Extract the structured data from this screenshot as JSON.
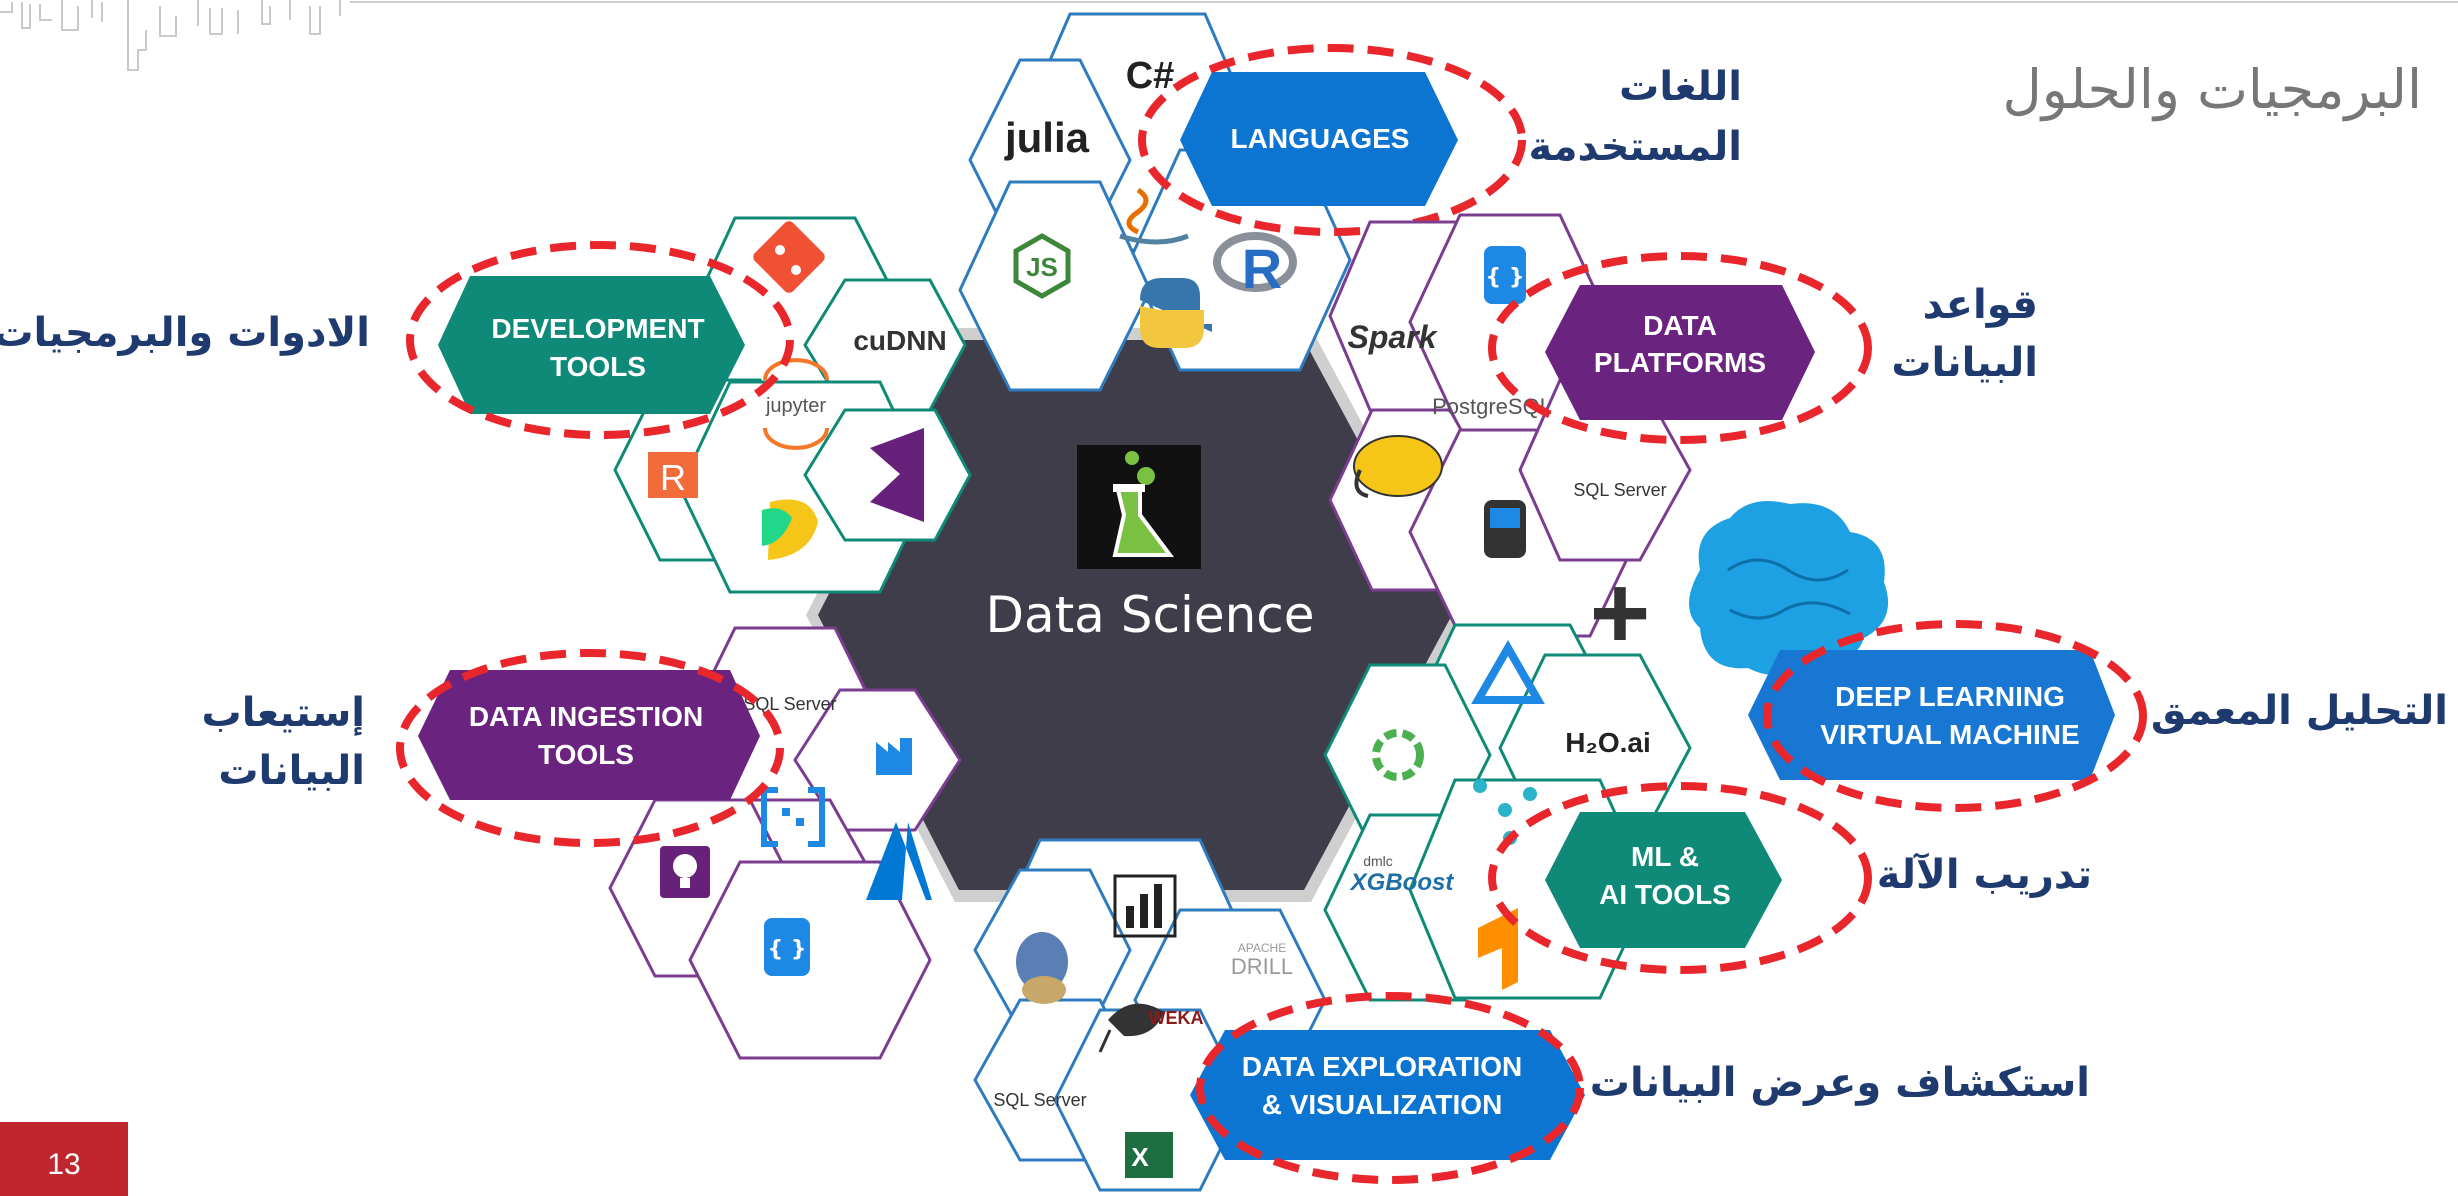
{
  "slide": {
    "title": "البرمجيات والحلول",
    "page_number": "13",
    "accent_color": "#c0262d"
  },
  "center": {
    "label": "Data Science",
    "icon": "flask-icon",
    "fill_color": "#3f3d4a"
  },
  "categories": {
    "languages": {
      "label_1": "LANGUAGES",
      "arabic_1": "اللغات",
      "arabic_2": "المستخدمة",
      "color": "#0c74d1"
    },
    "data_platforms": {
      "label_1": "DATA",
      "label_2": "PLATFORMS",
      "arabic_1": "قواعد",
      "arabic_2": "البيانات",
      "color": "#6b2380"
    },
    "development_tools": {
      "label_1": "DEVELOPMENT",
      "label_2": "TOOLS",
      "arabic_1": "الادوات والبرمجيات",
      "color": "#0f8a78"
    },
    "deep_learning": {
      "label_1": "DEEP LEARNING",
      "label_2": "VIRTUAL MACHINE",
      "arabic_1": "التحليل المعمق",
      "color": "#1877d2"
    },
    "ml_ai_tools": {
      "label_1": "ML &",
      "label_2": "AI TOOLS",
      "arabic_1": "تدريب الآلة",
      "color": "#0f8a78"
    },
    "data_ingestion": {
      "label_1": "DATA INGESTION",
      "label_2": "TOOLS",
      "arabic_1": "إستيعاب",
      "arabic_2": "البيانات",
      "color": "#6b2380"
    },
    "data_exploration": {
      "label_1": "DATA EXPLORATION",
      "label_2": "& VISUALIZATION",
      "arabic_1": "استكشاف وعرض البيانات",
      "color": "#0c74d1"
    }
  },
  "logos": {
    "csharp": "C#",
    "julia": "julia",
    "js": "JS",
    "r": "R",
    "cudnn": "cuDNN",
    "jupyter": "jupyter",
    "spark": "Spark",
    "postgres": "PostgreSQL",
    "sqlserver": "SQL Server",
    "h2o": "H₂O.ai",
    "xgboost": "XGBoost",
    "dmlc": "dmlc",
    "drill": "DRILL",
    "apache": "APACHE",
    "weka": "WEKA",
    "excel": "X",
    "plus": "+"
  },
  "icons": [
    "git-icon",
    "jupyter-icon",
    "rstudio-icon",
    "visual-studio-icon",
    "pycharm-icon",
    "java-icon",
    "python-icon",
    "database-icon",
    "hadoop-elephant-icon",
    "azure-ml-icon",
    "tensorflow-icon",
    "brain-icon",
    "factory-icon",
    "event-hub-icon",
    "azure-icon",
    "lightbulb-icon",
    "powerbi-icon",
    "weka-bird-icon",
    "excel-icon"
  ]
}
